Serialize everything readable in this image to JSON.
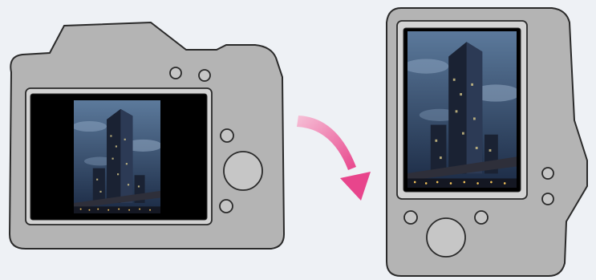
{
  "scene": {
    "background_color": "#eef1f5",
    "camera_body_color": "#b4b4b4",
    "outline_color": "#2a2a2a",
    "screen_frame_color": "#d3d3d3",
    "letterbox_color": "#000000",
    "arrow_color": "#e8458c",
    "sky_top_color": "#5c7a9c",
    "sky_bottom_color": "#1b2a44",
    "building_color": "#1a2233"
  },
  "left_camera": {
    "orientation": "landscape",
    "icon": "camera-back-landscape-icon",
    "preview": "portrait-photo-letterboxed"
  },
  "arrow": {
    "icon": "rotate-clockwise-arrow-icon"
  },
  "right_camera": {
    "orientation": "portrait",
    "icon": "camera-back-portrait-icon",
    "preview": "portrait-photo-full-screen"
  }
}
